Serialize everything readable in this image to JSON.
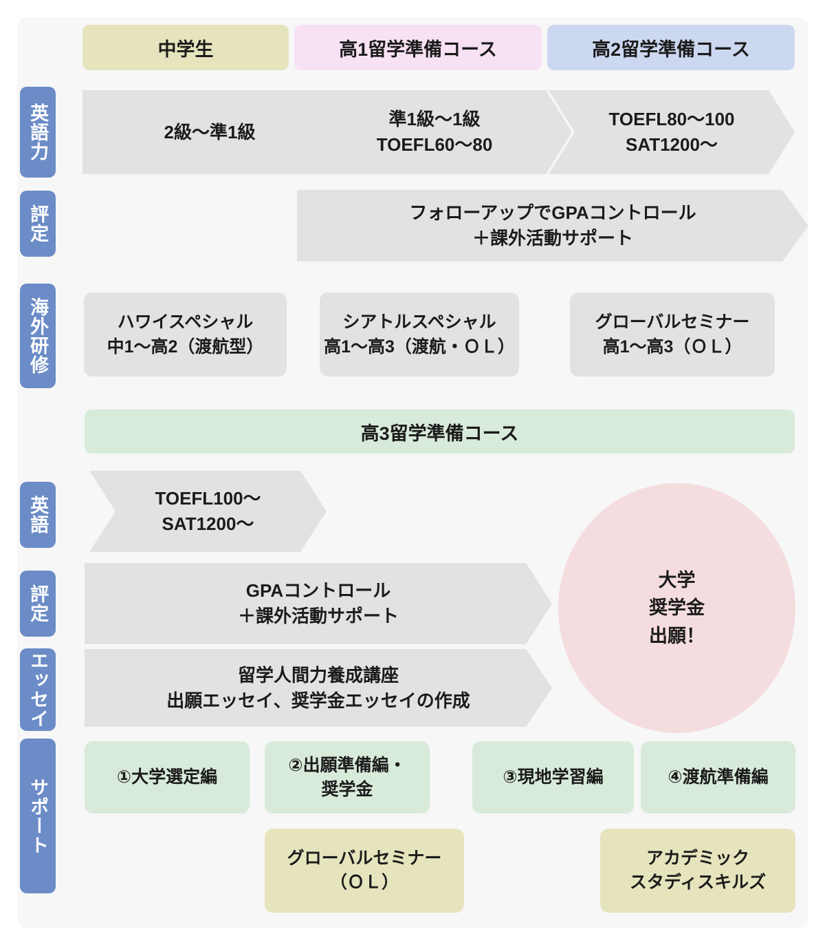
{
  "diagram": {
    "title_colors": {
      "accent_blue": "#6b8cc7",
      "chip_yellow": "#e6e4bd",
      "chip_pink": "#f7e1f2",
      "chip_blue": "#ccd7f0",
      "chip_green": "#d8ead9",
      "arrow_grey": "#e2e2e2",
      "goal_pink": "#f4dcdf",
      "panel_bg": "#f7f7f7"
    },
    "top_courses": [
      {
        "label": "中学生",
        "color": "#e6e4bd"
      },
      {
        "label": "高1留学準備コース",
        "color": "#f7e1f2"
      },
      {
        "label": "高2留学準備コース",
        "color": "#ccd7f0"
      }
    ],
    "upper_rows": [
      {
        "label": "英語力",
        "items": [
          {
            "text": "2級〜準1級"
          },
          {
            "text": "準1級〜1級\nTOEFL60〜80"
          },
          {
            "text": "TOEFL80〜100\nSAT1200〜"
          }
        ]
      },
      {
        "label": "評定",
        "items": [
          {
            "text": "フォローアップでGPAコントロール\n＋課外活動サポート"
          }
        ]
      },
      {
        "label": "海外研修",
        "items": [
          {
            "text": "ハワイスペシャル\n中1〜高2（渡航型）"
          },
          {
            "text": "シアトルスペシャル\n高1〜高3（渡航・ＯＬ）"
          },
          {
            "text": "グローバルセミナー\n高1〜高3（ＯＬ）"
          }
        ]
      }
    ],
    "year3_band": {
      "label": "高3留学準備コース",
      "color": "#d8ead9"
    },
    "lower_rows": [
      {
        "label": "英語",
        "items": [
          {
            "text": "TOEFL100〜\nSAT1200〜"
          }
        ]
      },
      {
        "label": "評定",
        "items": [
          {
            "text": "GPAコントロール\n＋課外活動サポート"
          }
        ]
      },
      {
        "label": "エッセイ",
        "items": [
          {
            "text": "留学人間力養成講座\n出願エッセイ、奨学金エッセイの作成"
          }
        ]
      },
      {
        "label": "サポート",
        "items": [
          {
            "text": "①大学選定編"
          },
          {
            "text": "②出願準備編・\n奨学金"
          },
          {
            "text": "③現地学習編"
          },
          {
            "text": "④渡航準備編"
          }
        ]
      }
    ],
    "extra_cards": [
      {
        "text": "グローバルセミナー\n（ＯＬ）",
        "color": "#e6e4bd"
      },
      {
        "text": "アカデミック\nスタディスキルズ",
        "color": "#e6e4bd"
      }
    ],
    "goal": {
      "text": "大学\n奨学金\n出願！",
      "color": "#f4dcdf"
    }
  }
}
